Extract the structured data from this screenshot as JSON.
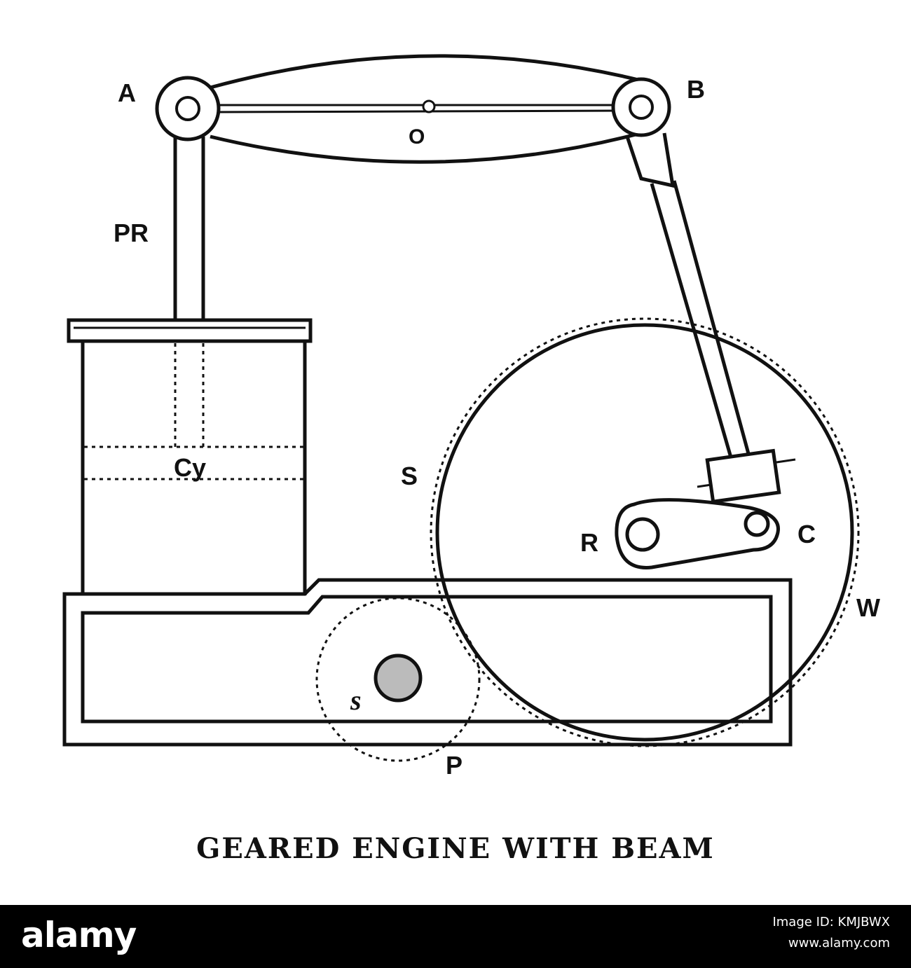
{
  "labels": {
    "A": "A",
    "B": "B",
    "O": "O",
    "PR": "PR",
    "Cy": "Cy",
    "S_upper": "S",
    "R": "R",
    "C": "C",
    "W": "W",
    "s_lower": "s",
    "P": "P"
  },
  "caption": "GEARED ENGINE WITH BEAM",
  "footer": {
    "brand": "alamy",
    "code_line1": "Image ID: KMJBWX",
    "code_line2": "www.alamy.com"
  }
}
